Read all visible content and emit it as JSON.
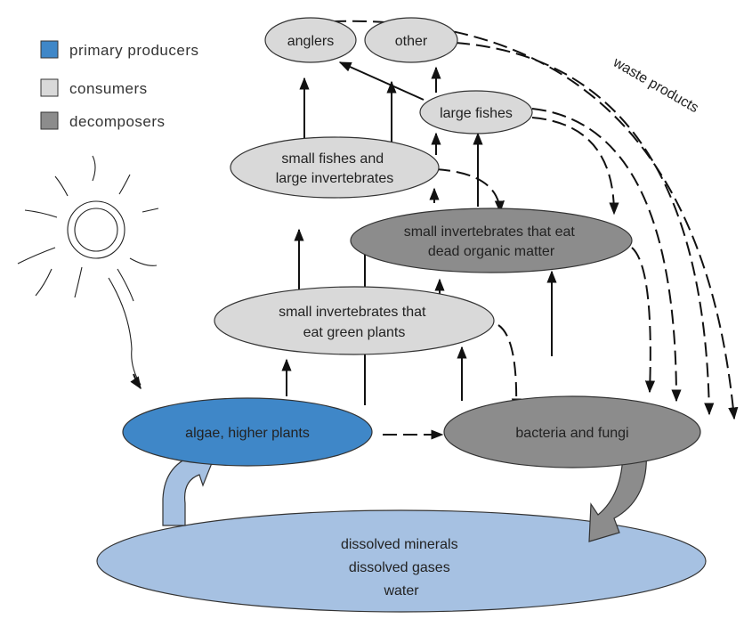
{
  "legend": [
    {
      "label": "primary producers",
      "color": "#3f87c8"
    },
    {
      "label": "consumers",
      "color": "#d9d9d9"
    },
    {
      "label": "decomposers",
      "color": "#8c8c8c"
    }
  ],
  "nodes": {
    "anglers": {
      "lines": [
        "anglers"
      ],
      "color": "#d9d9d9"
    },
    "other": {
      "lines": [
        "other"
      ],
      "color": "#d9d9d9"
    },
    "large_fishes": {
      "lines": [
        "large fishes"
      ],
      "color": "#d9d9d9"
    },
    "small_fishes": {
      "lines": [
        "small fishes and",
        "large invertebrates"
      ],
      "color": "#d9d9d9"
    },
    "detritivores": {
      "lines": [
        "small invertebrates that eat",
        "dead organic matter"
      ],
      "color": "#8c8c8c"
    },
    "herbivores": {
      "lines": [
        "small invertebrates that",
        "eat green plants"
      ],
      "color": "#d9d9d9"
    },
    "algae": {
      "lines": [
        "algae, higher plants"
      ],
      "color": "#3f87c8"
    },
    "bacteria": {
      "lines": [
        "bacteria and fungi"
      ],
      "color": "#8c8c8c"
    },
    "minerals": {
      "lines": [
        "dissolved minerals",
        "dissolved gases",
        "water"
      ],
      "color": "#a6c1e2"
    }
  },
  "annotation": "waste products",
  "colors": {
    "cycle_arrow_light": "#a6c1e2",
    "cycle_arrow_dark": "#8c8c8c",
    "ink": "#111111"
  }
}
